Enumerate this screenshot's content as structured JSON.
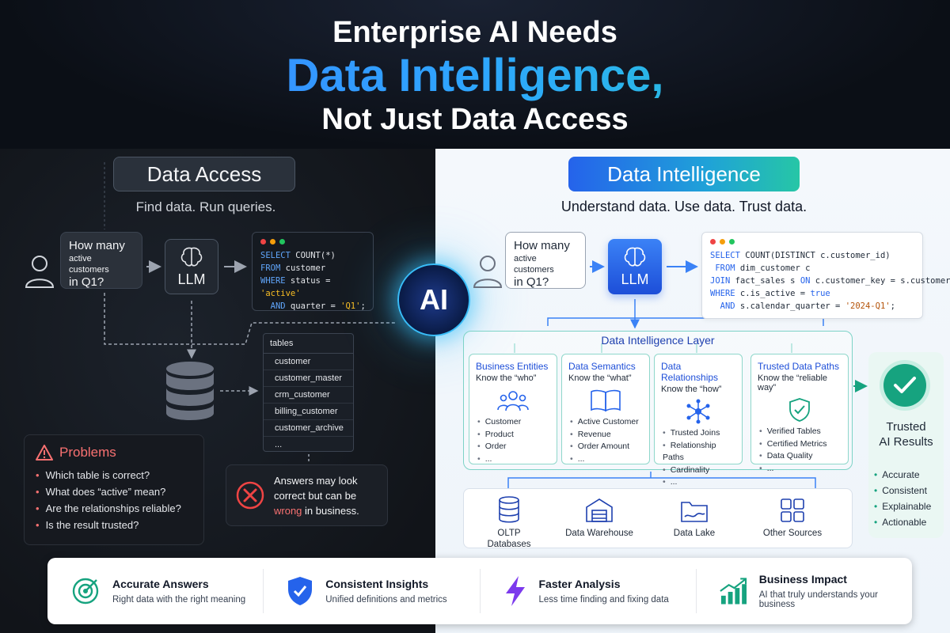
{
  "title": {
    "line1": "Enterprise AI Needs",
    "line2": "Data Intelligence,",
    "line3": "Not Just Data Access"
  },
  "access": {
    "heading": "Data Access",
    "subtitle": "Find data. Run queries.",
    "question": {
      "l1": "How many",
      "l2": "active customers",
      "l3": "in Q1?"
    },
    "llm_label": "LLM",
    "code": {
      "l1_kw": "SELECT",
      "l1_rest": " COUNT(*)",
      "l2_kw": " FROM",
      "l2_rest": " customer",
      "l3_kw": "WHERE",
      "l3_mid": " status = ",
      "l3_str": "'active'",
      "l4_kw": "  AND",
      "l4_mid": " quarter = ",
      "l4_str": "'Q1'",
      "l4_end": ";"
    },
    "tables_header": "tables",
    "tables": [
      "customer",
      "customer_master",
      "crm_customer",
      "billing_customer",
      "customer_archive",
      "..."
    ],
    "problems_title": "Problems",
    "problems": [
      "Which table is correct?",
      "What does “active” mean?",
      "Are the relationships reliable?",
      "Is the result trusted?"
    ],
    "wrong": {
      "l1": "Answers may look",
      "l2": "correct but can be",
      "l3_red": "wrong",
      "l3_rest": " in business."
    }
  },
  "ai_label": "AI",
  "intel": {
    "heading": "Data Intelligence",
    "subtitle": "Understand data. Use data. Trust data.",
    "question": {
      "l1": "How many",
      "l2": "active customers",
      "l3": "in Q1?"
    },
    "llm_label": "LLM",
    "code": {
      "l1_kw": "SELECT",
      "l1_rest": " COUNT(DISTINCT c.customer_id)",
      "l2_kw": " FROM",
      "l2_rest": " dim_customer c",
      "l3_kw": "JOIN",
      "l3_mid": " fact_sales s ",
      "l3_kw2": "ON",
      "l3_rest": " c.customer_key = s.customer_key",
      "l4_kw": "WHERE",
      "l4_rest": " c.is_active = ",
      "l4_kw2": "true",
      "l5_kw": "  AND",
      "l5_mid": " s.calendar_quarter = ",
      "l5_str": "'2024-Q1'",
      "l5_end": ";"
    },
    "layer_title": "Data Intelligence Layer",
    "cards": [
      {
        "title": "Business Entities",
        "sub": "Know the “who”",
        "icon": "people-icon",
        "items": [
          "Customer",
          "Product",
          "Order",
          "..."
        ]
      },
      {
        "title": "Data Semantics",
        "sub": "Know the “what”",
        "icon": "book-icon",
        "items": [
          "Active Customer",
          "Revenue",
          "Order Amount",
          "..."
        ]
      },
      {
        "title": "Data Relationships",
        "sub": "Know the “how”",
        "icon": "network-icon",
        "items": [
          "Trusted Joins",
          "Relationship Paths",
          "Cardinality",
          "..."
        ]
      },
      {
        "title": "Trusted Data Paths",
        "sub": "Know the “reliable way”",
        "icon": "shield-check-icon",
        "items": [
          "Verified Tables",
          "Certified Metrics",
          "Data Quality",
          "..."
        ]
      }
    ],
    "sources": [
      {
        "label1": "OLTP",
        "label2": "Databases",
        "icon": "database-icon"
      },
      {
        "label1": "Data Warehouse",
        "label2": "",
        "icon": "warehouse-icon"
      },
      {
        "label1": "Data Lake",
        "label2": "",
        "icon": "folder-icon"
      },
      {
        "label1": "Other Sources",
        "label2": "",
        "icon": "grid-icon"
      }
    ],
    "trusted": {
      "title1": "Trusted",
      "title2": "AI Results",
      "items": [
        "Accurate",
        "Consistent",
        "Explainable",
        "Actionable"
      ]
    }
  },
  "benefits": [
    {
      "title": "Accurate Answers",
      "desc": "Right data with the right meaning",
      "icon": "target-icon"
    },
    {
      "title": "Consistent Insights",
      "desc": "Unified definitions and metrics",
      "icon": "shield-check-icon"
    },
    {
      "title": "Faster Analysis",
      "desc": "Less time finding and fixing data",
      "icon": "lightning-icon"
    },
    {
      "title": "Business Impact",
      "desc": "AI that truly understands your business",
      "icon": "growth-chart-icon"
    }
  ],
  "colors": {
    "accent_blue": "#2563eb",
    "accent_teal": "#16a37f",
    "problem_red": "#f87171"
  }
}
